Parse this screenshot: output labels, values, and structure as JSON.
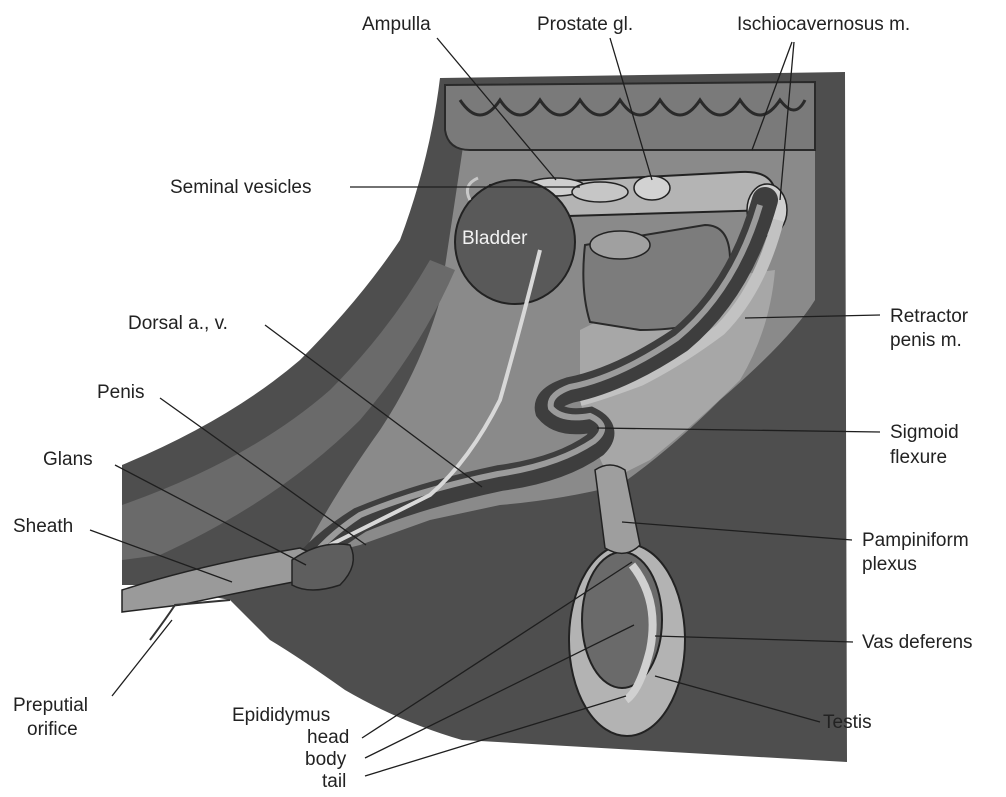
{
  "labels": {
    "ampulla": "Ampulla",
    "prostate": "Prostate gl.",
    "ischiocavernosus": "Ischiocavernosus m.",
    "seminal_vesicles": "Seminal vesicles",
    "bladder": "Bladder",
    "dorsal_av": "Dorsal a., v.",
    "retractor_1": "Retractor",
    "retractor_2": "penis m.",
    "penis": "Penis",
    "glans": "Glans",
    "sigmoid_1": "Sigmoid",
    "sigmoid_2": "flexure",
    "sheath": "Sheath",
    "pampiniform_1": "Pampiniform",
    "pampiniform_2": "plexus",
    "vas_deferens": "Vas deferens",
    "preputial_1": "Preputial",
    "preputial_2": "orifice",
    "epididymus": "Epididymus",
    "epi_head": "head",
    "epi_body": "body",
    "epi_tail": "tail",
    "testis": "Testis"
  },
  "colors": {
    "body_dark": "#4a4a4a",
    "tissue_mid": "#8f8f8f",
    "tissue_light": "#bdbdbd",
    "organ_dark": "#5c5c5c",
    "organ_light": "#d4d4d4",
    "lines": "#1e1e1e"
  }
}
